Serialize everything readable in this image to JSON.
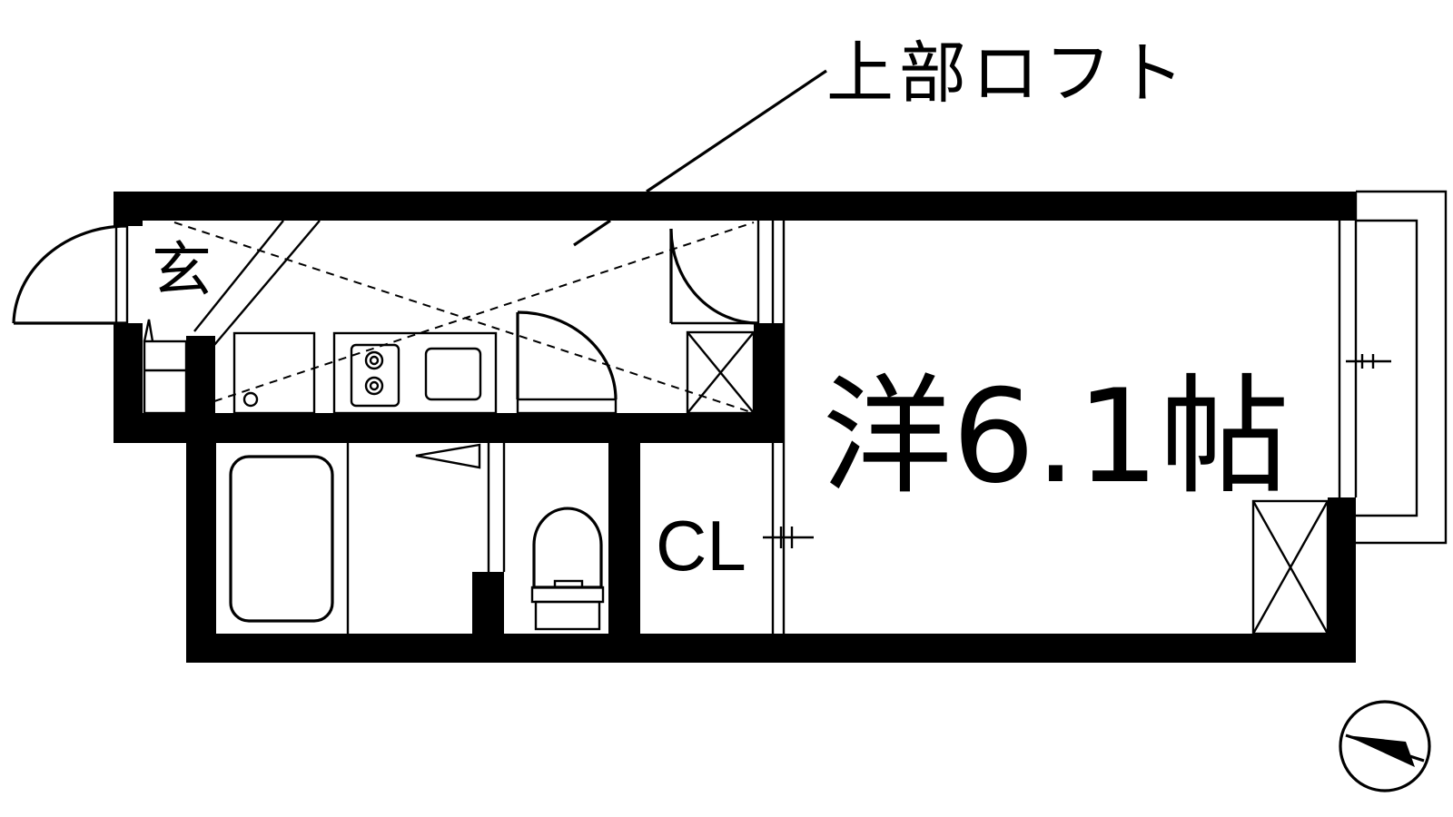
{
  "labels": {
    "loft": "上部ロフト",
    "entrance": "玄",
    "room": "洋6.1帖",
    "closet": "CL"
  },
  "icons": {
    "compass": "north-arrow-icon",
    "stove": "two-burner-stove-icon",
    "toilet": "toilet-icon",
    "bathtub": "bathtub-icon",
    "sink": "sink-icon"
  },
  "colors": {
    "walls": "#000000",
    "background": "#ffffff"
  }
}
